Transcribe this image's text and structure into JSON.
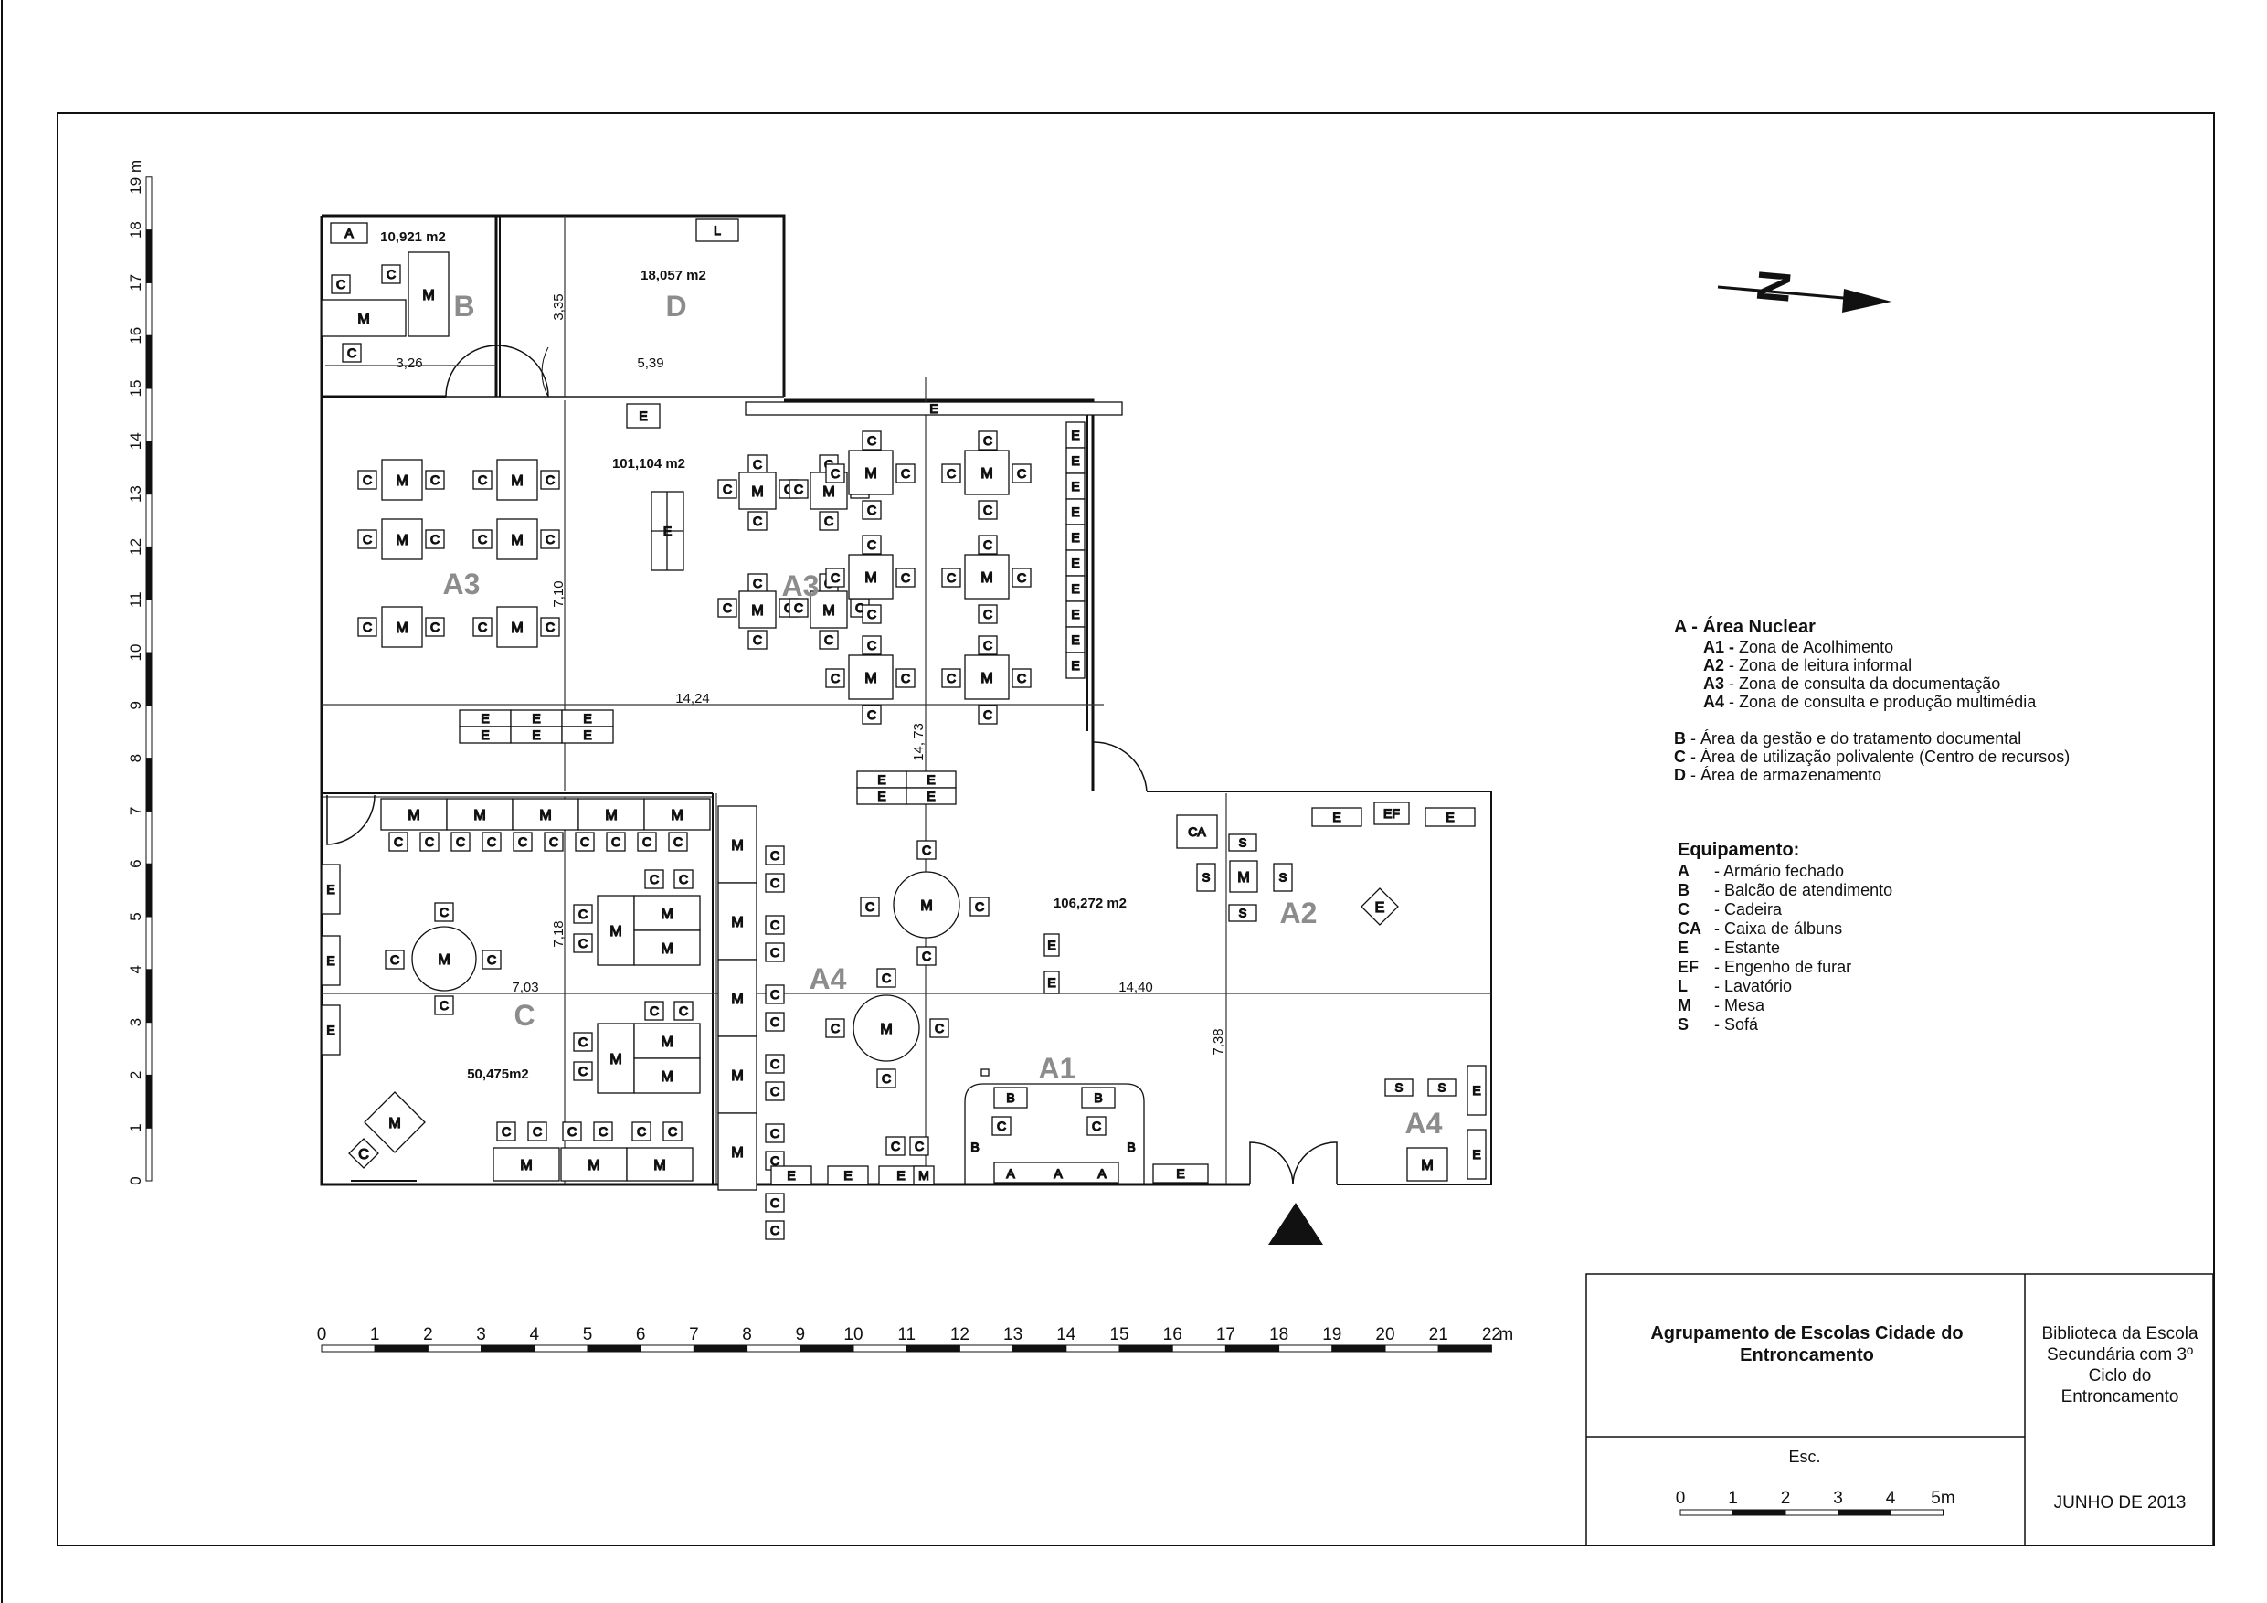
{
  "plan": {
    "areas": {
      "b_area": "10,921 m2",
      "d_area": "18,057 m2",
      "a3_area": "101,104 m2",
      "main_area": "106,272 m2",
      "c_area": "50,475m2"
    },
    "zone_labels": {
      "b": "B",
      "d": "D",
      "a3_left": "A3",
      "a3_right": "A3",
      "c": "C",
      "a4_center": "A4",
      "a1": "A1",
      "a2": "A2",
      "a4_right": "A4"
    },
    "dimensions": {
      "d_height": "3,35",
      "b_width": "3,26",
      "d_width": "5,39",
      "a3_height": "7,10",
      "a3_width": "14,24",
      "center_height": "14, 73",
      "c_height": "7,18",
      "c_width": "7,03",
      "main_width": "14,40",
      "a2_height": "7,38"
    },
    "vertical_scale": {
      "ticks": [
        "0",
        "1",
        "2",
        "3",
        "4",
        "5",
        "6",
        "7",
        "8",
        "9",
        "10",
        "11",
        "12",
        "13",
        "14",
        "15",
        "16",
        "17",
        "18",
        "19 m"
      ]
    },
    "horizontal_scale": {
      "ticks": [
        "0",
        "1",
        "2",
        "3",
        "4",
        "5",
        "6",
        "7",
        "8",
        "9",
        "10",
        "11",
        "12",
        "13",
        "14",
        "15",
        "16",
        "17",
        "18",
        "19",
        "20",
        "21",
        "22"
      ],
      "unit": "m"
    },
    "furniture_labels": {
      "armario": "A",
      "mesa": "M",
      "cadeira": "C",
      "estante": "E",
      "lavatorio": "L",
      "sofa": "S",
      "caixa": "CA",
      "engenho": "EF",
      "balcao": "B"
    },
    "north_label": "N"
  },
  "legend": {
    "title": "A - Área Nuclear",
    "items": [
      {
        "code": "A1 -",
        "text": " Zona de Acolhimento"
      },
      {
        "code": "A2",
        "text": " - Zona de leitura informal"
      },
      {
        "code": "A3",
        "text": " - Zona de consulta da documentação"
      },
      {
        "code": "A4",
        "text": " - Zona de consulta e produção multimédia"
      }
    ],
    "other": [
      {
        "code": "B",
        "text": " - Área da gestão e do tratamento documental"
      },
      {
        "code": "C",
        "text": " - Área de utilização polivalente (Centro de recursos)"
      },
      {
        "code": "D",
        "text": " - Área de armazenamento"
      }
    ]
  },
  "equipment": {
    "title": "Equipamento:",
    "items": [
      {
        "code": "A",
        "text": "- Armário fechado"
      },
      {
        "code": "B",
        "text": "- Balcão de atendimento"
      },
      {
        "code": "C",
        "text": "- Cadeira"
      },
      {
        "code": "CA",
        "text": "- Caixa de álbuns"
      },
      {
        "code": "E",
        "text": "- Estante"
      },
      {
        "code": "EF",
        "text": "- Engenho de furar"
      },
      {
        "code": "L",
        "text": "- Lavatório"
      },
      {
        "code": "M",
        "text": "- Mesa"
      },
      {
        "code": "S",
        "text": "- Sofá"
      }
    ]
  },
  "title_block": {
    "organization": "Agrupamento de Escolas Cidade do Entroncamento",
    "school": "Biblioteca da Escola Secundária com 3º Ciclo do Entroncamento",
    "scale_label": "Esc.",
    "scale_ticks": [
      "0",
      "1",
      "2",
      "3",
      "4",
      "5m"
    ],
    "date": "JUNHO DE 2013"
  }
}
